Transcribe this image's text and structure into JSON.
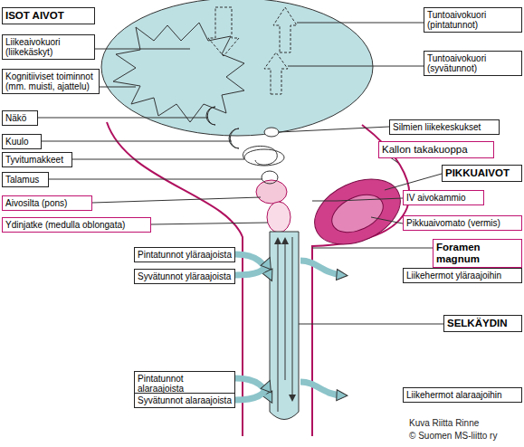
{
  "diagram": {
    "nodes": [
      {
        "text": [
          "ISOT AIVOT"
        ]
      },
      {
        "text": [
          "Tuntoaivokuori (pintatunnot)"
        ]
      },
      {
        "text": [
          "Liikeaivokuori (liikekäskyt)"
        ]
      },
      {
        "text": [
          "Tuntoaivokuori (syvätunnot)"
        ]
      },
      {
        "text": [
          "Kognitiiviset toiminnot (mm. muisti, ajattelu)"
        ]
      },
      {
        "text": [
          "Näkö"
        ]
      },
      {
        "text": [
          "Kuulo"
        ]
      },
      {
        "text": [
          "Silmien liikekeskukset"
        ]
      },
      {
        "text": [
          "Kallon takakuoppa"
        ]
      },
      {
        "text": [
          "Tyvitumakkeet"
        ]
      },
      {
        "text": [
          "PIKKUAIVOT"
        ]
      },
      {
        "text": [
          "Talamus"
        ]
      },
      {
        "text": [
          "Aivosilta (pons)"
        ]
      },
      {
        "text": [
          "IV aivokammio"
        ]
      },
      {
        "text": [
          "Ydinjatke (medulla oblongata)"
        ]
      },
      {
        "text": [
          "Pikkuaivomato (vermis)"
        ]
      },
      {
        "text": [
          "Foramen magnum"
        ]
      },
      {
        "text": [
          "Pintatunnot yläraajoista"
        ]
      },
      {
        "text": [
          "Syvätunnot yläraajoista"
        ]
      },
      {
        "text": [
          "Liikehermot yläraajoihin"
        ]
      },
      {
        "text": [
          "SELKÄYDIN"
        ]
      },
      {
        "text": [
          "Pintatunnot alaraajoista"
        ]
      },
      {
        "text": [
          "Syvätunnot alaraajoista"
        ]
      },
      {
        "text": [
          "Liikehermot alaraajoihin"
        ]
      }
    ],
    "labels": [
      "Kuva Riitta Rinne",
      "© Suomen MS-liitto ry"
    ]
  }
}
